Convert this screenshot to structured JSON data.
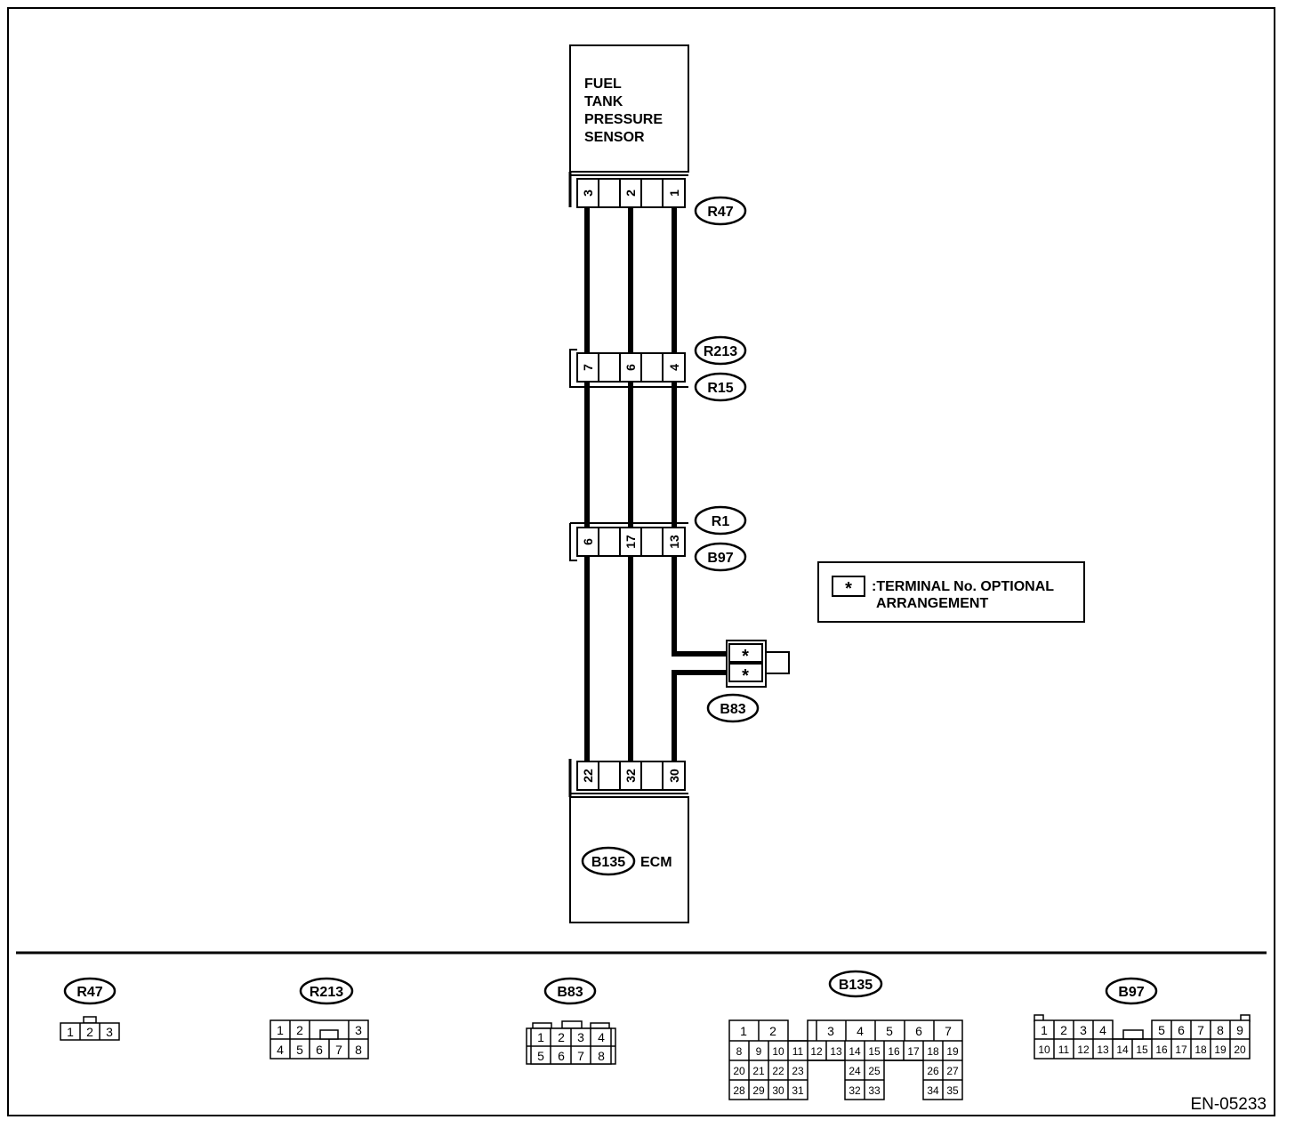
{
  "diagram_id": "EN-05233",
  "sensor": {
    "title_lines": [
      "FUEL",
      "TANK",
      "PRESSURE",
      "SENSOR"
    ],
    "connector": "R47",
    "pins": [
      "3",
      "2",
      "1"
    ]
  },
  "junction_r213_r15": {
    "connectors": [
      "R213",
      "R15"
    ],
    "pins": [
      "7",
      "6",
      "4"
    ]
  },
  "junction_r1_b97": {
    "connectors": [
      "R1",
      "B97"
    ],
    "pins": [
      "6",
      "17",
      "13"
    ]
  },
  "b83": {
    "connector": "B83",
    "pins": [
      "*",
      "*"
    ]
  },
  "ecm": {
    "title": "ECM",
    "connector": "B135",
    "pins": [
      "22",
      "32",
      "30"
    ]
  },
  "legend": {
    "symbol": "*",
    "lines": [
      ":TERMINAL No. OPTIONAL",
      "ARRANGEMENT"
    ]
  },
  "connector_faces": {
    "R47": {
      "label": "R47",
      "rows": [
        [
          "1",
          "2",
          "3"
        ]
      ]
    },
    "R213": {
      "label": "R213",
      "rows": [
        [
          "1",
          "2",
          "",
          "3"
        ],
        [
          "4",
          "5",
          "6",
          "7",
          "8"
        ]
      ]
    },
    "B83": {
      "label": "B83",
      "rows": [
        [
          "1",
          "2",
          "3",
          "4"
        ],
        [
          "5",
          "6",
          "7",
          "8"
        ]
      ]
    },
    "B135": {
      "label": "B135",
      "rows": [
        [
          "1",
          "2",
          "3",
          "4",
          "5",
          "6",
          "7"
        ],
        [
          "8",
          "9",
          "10",
          "11",
          "12",
          "13",
          "14",
          "15",
          "16",
          "17",
          "18",
          "19"
        ],
        [
          "20",
          "21",
          "22",
          "23",
          "24",
          "25",
          "26",
          "27"
        ],
        [
          "28",
          "29",
          "30",
          "31",
          "32",
          "33",
          "34",
          "35"
        ]
      ]
    },
    "B97": {
      "label": "B97",
      "rows": [
        [
          "1",
          "2",
          "3",
          "4",
          "5",
          "6",
          "7",
          "8",
          "9"
        ],
        [
          "10",
          "11",
          "12",
          "13",
          "14",
          "15",
          "16",
          "17",
          "18",
          "19",
          "20"
        ]
      ]
    }
  }
}
